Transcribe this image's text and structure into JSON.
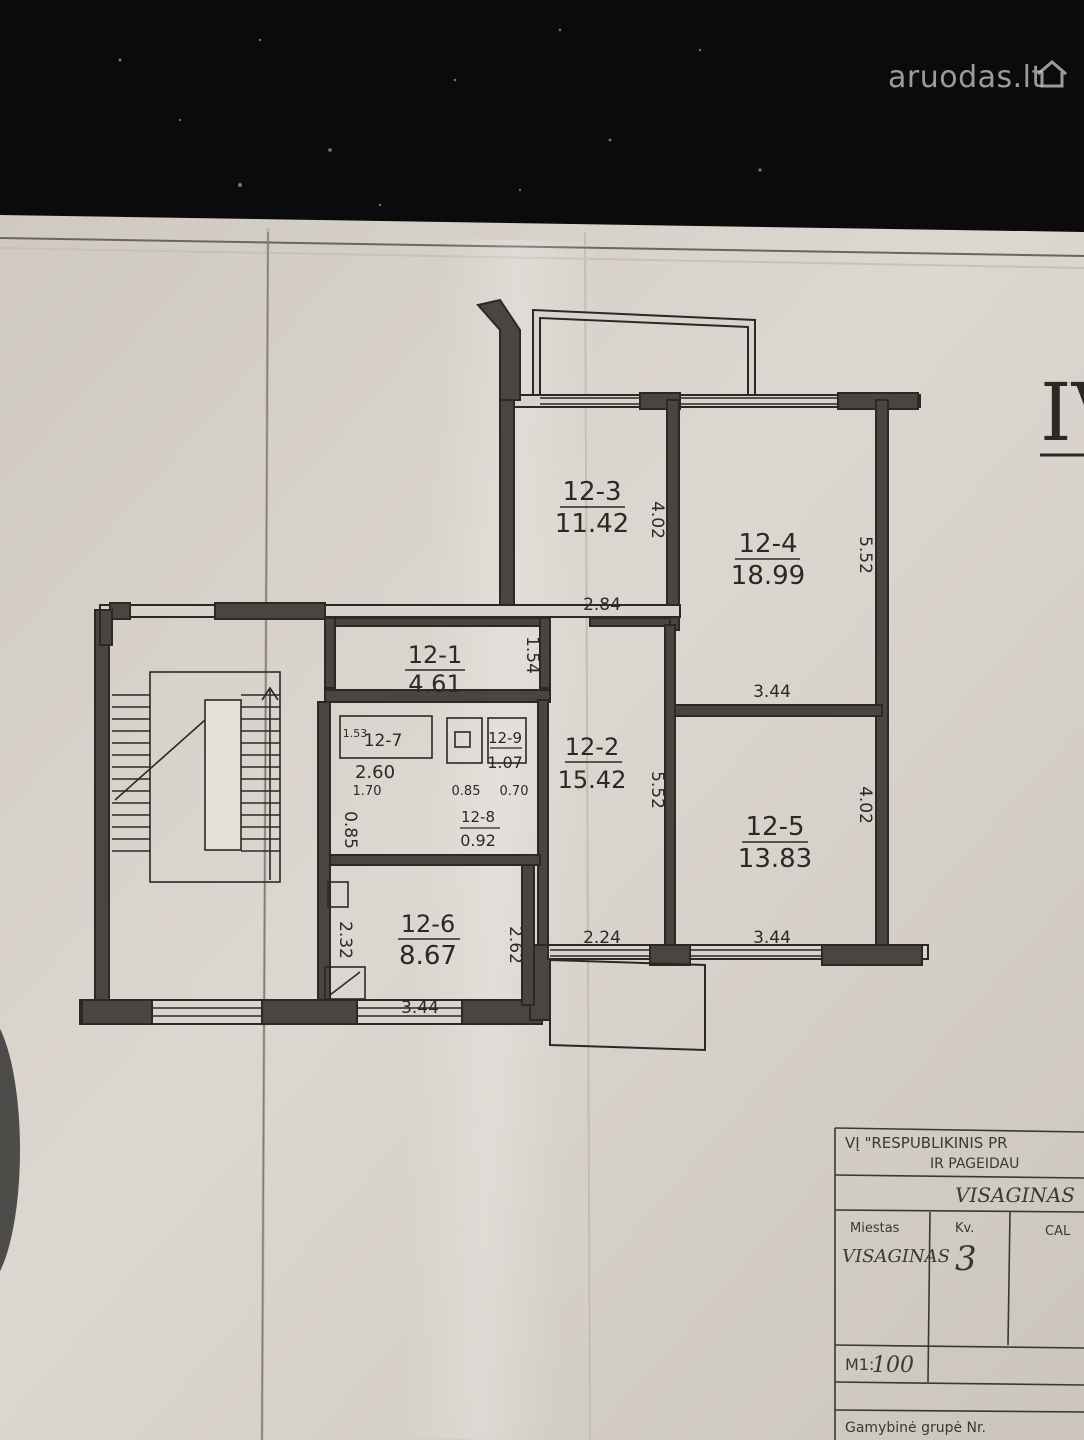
{
  "watermark": {
    "text": "aruodas.lt"
  },
  "sheet_header": "IV",
  "rooms": [
    {
      "id": "12-3",
      "area": "11.42"
    },
    {
      "id": "12-4",
      "area": "18.99"
    },
    {
      "id": "12-1",
      "area": "4.61"
    },
    {
      "id": "12-2",
      "area": "15.42"
    },
    {
      "id": "12-5",
      "area": "13.83"
    },
    {
      "id": "12-6",
      "area": "8.67"
    },
    {
      "id": "12-7",
      "area": "2.60"
    },
    {
      "id": "12-8",
      "area": "0.92"
    },
    {
      "id": "12-9",
      "area": "1.07"
    }
  ],
  "dimensions": [
    "4.02",
    "5.52",
    "2.84",
    "1.54",
    "3.44",
    "5.52",
    "4.02",
    "2.24",
    "3.44",
    "2.62",
    "2.32",
    "3.44",
    "1.53",
    "1.70",
    "0.85",
    "0.85",
    "0.70"
  ],
  "title_block": {
    "org": "VĮ \"RESPUBLIKINIS PR",
    "org_line2": "IR PAGEIDAU",
    "city_handwritten": "VISAGINAS",
    "col_city_label": "Miestas",
    "col_kv_label": "Kv.",
    "col_cal_label": "CAL",
    "city_value": "VISAGINAS",
    "kv_value": "3",
    "scale_label": "M1:",
    "scale_value": "100",
    "footer": "Gamybinė grupė Nr."
  },
  "colors": {
    "paper": "#d8d3cc",
    "ink": "#2b2826",
    "wall": "#4a4541",
    "background": "#0b0a0c"
  }
}
